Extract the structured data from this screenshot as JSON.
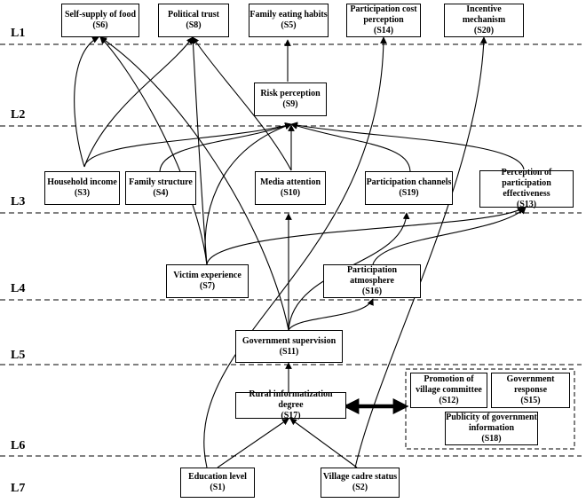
{
  "levels": [
    "L1",
    "L2",
    "L3",
    "L4",
    "L5",
    "L6",
    "L7"
  ],
  "nodes": {
    "s6": {
      "name": "Self-supply of food",
      "code": "(S6)"
    },
    "s8": {
      "name": "Political trust",
      "code": "(S8)"
    },
    "s5": {
      "name": "Family eating habits",
      "code": "(S5)"
    },
    "s14": {
      "name": "Participation cost perception",
      "code": "(S14)"
    },
    "s20": {
      "name": "Incentive mechanism",
      "code": "(S20)"
    },
    "s9": {
      "name": "Risk perception",
      "code": "(S9)"
    },
    "s3": {
      "name": "Household income",
      "code": "(S3)"
    },
    "s4": {
      "name": "Family structure",
      "code": "(S4)"
    },
    "s10": {
      "name": "Media attention",
      "code": "(S10)"
    },
    "s19": {
      "name": "Participation channels",
      "code": "(S19)"
    },
    "s13": {
      "name": "Perception of participation effectiveness",
      "code": "(S13)"
    },
    "s7": {
      "name": "Victim experience",
      "code": "(S7)"
    },
    "s16": {
      "name": "Participation atmosphere",
      "code": "(S16)"
    },
    "s11": {
      "name": "Government supervision",
      "code": "(S11)"
    },
    "s17": {
      "name": "Rural informatization degree",
      "code": "(S17)"
    },
    "s12": {
      "name": "Promotion of village committee",
      "code": "(S12)"
    },
    "s15": {
      "name": "Government response",
      "code": "(S15)"
    },
    "s18": {
      "name": "Publicity of government information",
      "code": "(S18)"
    },
    "s1": {
      "name": "Education level",
      "code": "(S1)"
    },
    "s2": {
      "name": "Village cadre status",
      "code": "(S2)"
    }
  }
}
